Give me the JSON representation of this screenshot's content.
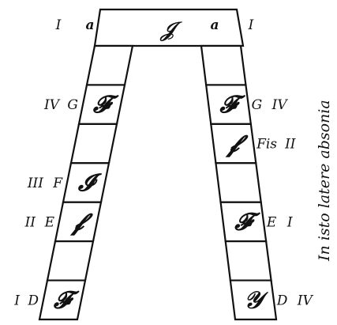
{
  "top": {
    "glyph": "𝒥",
    "roman_left": "I",
    "letter_left": "a",
    "letter_right": "a",
    "roman_right": "I"
  },
  "left_column": {
    "rows": [
      {
        "glyph": "",
        "roman": "",
        "letter": ""
      },
      {
        "glyph": "𝓕",
        "roman": "IV",
        "letter": "G"
      },
      {
        "glyph": "",
        "roman": "",
        "letter": ""
      },
      {
        "glyph": "𝓘",
        "roman": "III",
        "letter": "F"
      },
      {
        "glyph": "𝓯",
        "roman": "II",
        "letter": "E"
      },
      {
        "glyph": "",
        "roman": "",
        "letter": ""
      },
      {
        "glyph": "𝓕",
        "roman": "I",
        "letter": "D"
      }
    ]
  },
  "right_column": {
    "rows": [
      {
        "glyph": "",
        "letter": "",
        "roman": ""
      },
      {
        "glyph": "𝓕",
        "letter": "G",
        "roman": "IV"
      },
      {
        "glyph": "𝓯",
        "letter": "Fis",
        "roman": "II"
      },
      {
        "glyph": "",
        "letter": "",
        "roman": ""
      },
      {
        "glyph": "𝓕",
        "letter": "E",
        "roman": "I"
      },
      {
        "glyph": "",
        "letter": "",
        "roman": ""
      },
      {
        "glyph": "𝒴",
        "letter": "D",
        "roman": "IV"
      }
    ]
  },
  "side_text": "In isto latere absonia"
}
